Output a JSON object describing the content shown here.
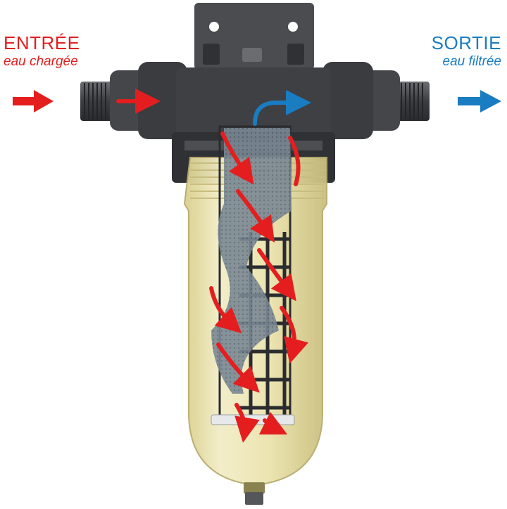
{
  "inlet": {
    "title": "ENTRÉE",
    "subtitle": "eau chargée",
    "color": "#e41e1e"
  },
  "outlet": {
    "title": "SORTIE",
    "subtitle": "eau filtrée",
    "color": "#1a7cc1"
  },
  "colors": {
    "housing": "#3c3e42",
    "housing_light": "#5a5d62",
    "bowl": "#e8e0a8",
    "bowl_edge": "#b7ac6e",
    "mesh": "#6f7f8c",
    "flow_dirty": "#e41e1e",
    "flow_clean": "#1a7cc1"
  },
  "icons": {
    "inlet_arrow": "arrow-right-icon",
    "outlet_arrow": "arrow-right-icon"
  }
}
